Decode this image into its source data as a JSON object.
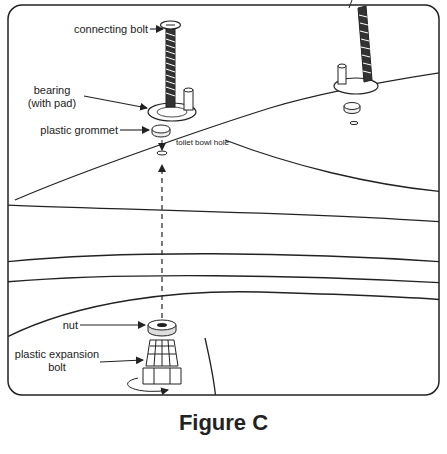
{
  "diagram": {
    "caption": "Figure C",
    "labels": [
      "connecting bolt",
      "bearing (with pad)",
      "plastic grommet",
      "toilet bowl hole",
      "nut",
      "plastic expansion bolt"
    ]
  }
}
